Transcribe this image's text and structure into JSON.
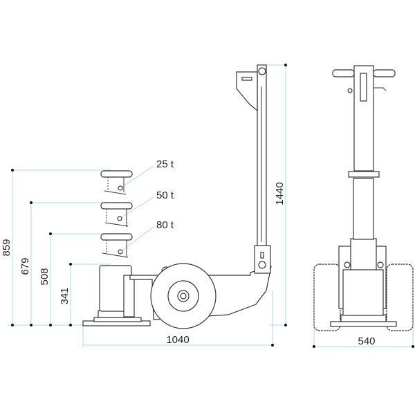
{
  "dimensions": {
    "height_25t": "859",
    "height_50t": "679",
    "height_80t": "508",
    "height_min": "341",
    "length": "1040",
    "handle_height": "1440",
    "width": "540"
  },
  "capacity_labels": [
    "25 t",
    "50 t",
    "80 t"
  ],
  "colors": {
    "dimension_line": "#a9d9f2",
    "drawing_line": "#333333"
  }
}
